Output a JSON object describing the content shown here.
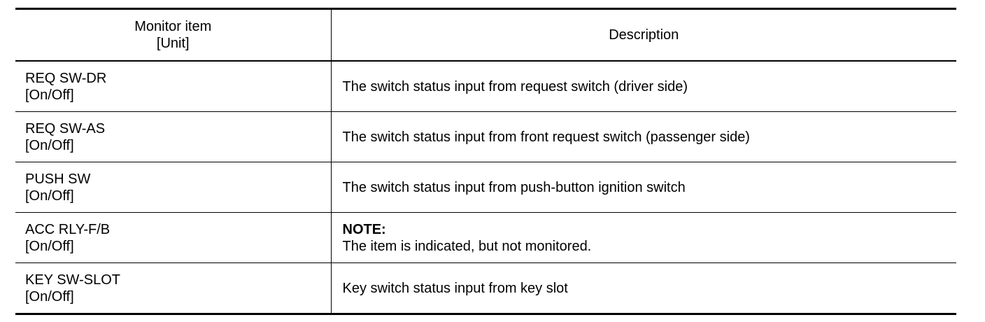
{
  "header": {
    "monitor_item": "Monitor item",
    "unit": "[Unit]",
    "description": "Description"
  },
  "rows": [
    {
      "item": "REQ SW-DR",
      "unit": "[On/Off]",
      "description": "The switch status input from request switch (driver side)"
    },
    {
      "item": "REQ SW-AS",
      "unit": "[On/Off]",
      "description": "The switch status input from front request switch (passenger side)"
    },
    {
      "item": "PUSH SW",
      "unit": "[On/Off]",
      "description": "The switch status input from push-button ignition switch"
    },
    {
      "item": "ACC RLY-F/B",
      "unit": "[On/Off]",
      "note_label": "NOTE:",
      "description": "The item is indicated, but not monitored."
    },
    {
      "item": "KEY SW-SLOT",
      "unit": "[On/Off]",
      "description": "Key switch status input from key slot"
    }
  ]
}
